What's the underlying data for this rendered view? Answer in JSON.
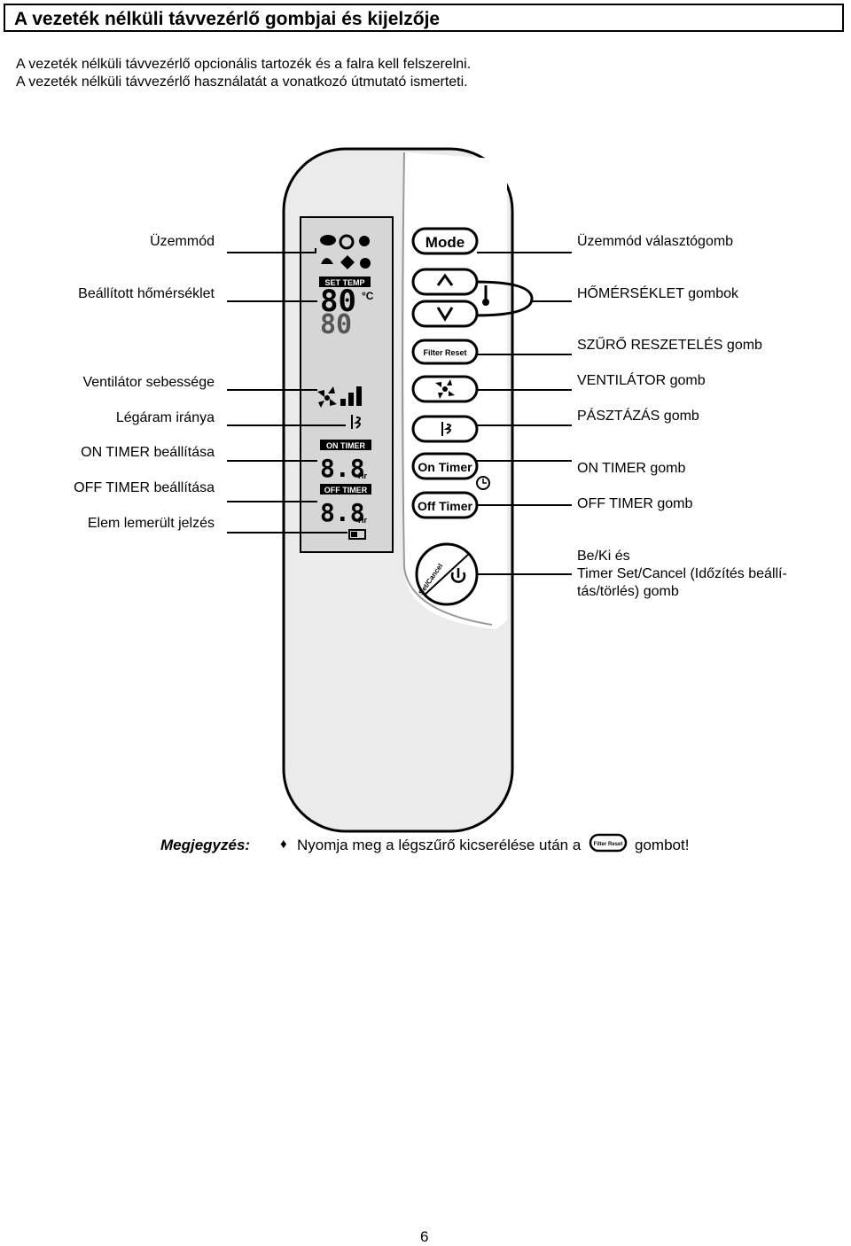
{
  "header": {
    "title": "A vezeték nélküli távvezérlő gombjai és kijelzője"
  },
  "intro": {
    "line1": "A vezeték nélküli távvezérlő opcionális tartozék és a falra kell felszerelni.",
    "line2": "A vezeték nélküli távvezérlő használatát a vonatkozó útmutató ismerteti."
  },
  "left_labels": [
    "Üzemmód",
    "Beállított hőmérséklet",
    "Ventilátor sebessége",
    "Légáram iránya",
    "ON TIMER beállítása",
    "OFF TIMER beállítása",
    "Elem lemerült jelzés"
  ],
  "right_labels": [
    "Üzemmód választógomb",
    "HŐMÉRSÉKLET gombok",
    "SZŰRŐ RESZETELÉS gomb",
    "VENTILÁTOR gomb",
    "PÁSZTÁZÁS gomb",
    "ON TIMER gomb",
    "OFF TIMER gomb",
    "Be/Ki és",
    "Timer Set/Cancel (Időzítés beállí-",
    "tás/törlés) gomb"
  ],
  "remote": {
    "lcd": {
      "set_temp_tag": "SET TEMP",
      "temp_upper": "80",
      "temp_lower": "80",
      "temp_unit": "°C",
      "on_timer_tag": "ON TIMER",
      "off_timer_tag": "OFF TIMER",
      "timer_digits": "8.8",
      "hr_unit": "Hr"
    },
    "buttons": {
      "mode": "Mode",
      "up": "Λ",
      "down": "V",
      "filter_reset": "Filter Reset",
      "on_timer": "On Timer",
      "off_timer": "Off Timer",
      "set_cancel": "Set/Cancel"
    }
  },
  "note": {
    "label": "Megjegyzés:",
    "bullet": "♦",
    "text": "Nyomja meg a légszűrő kicserélése után a",
    "after": "gombot!",
    "button_label": "Filter Reset"
  },
  "footer": {
    "page_number": "6"
  }
}
